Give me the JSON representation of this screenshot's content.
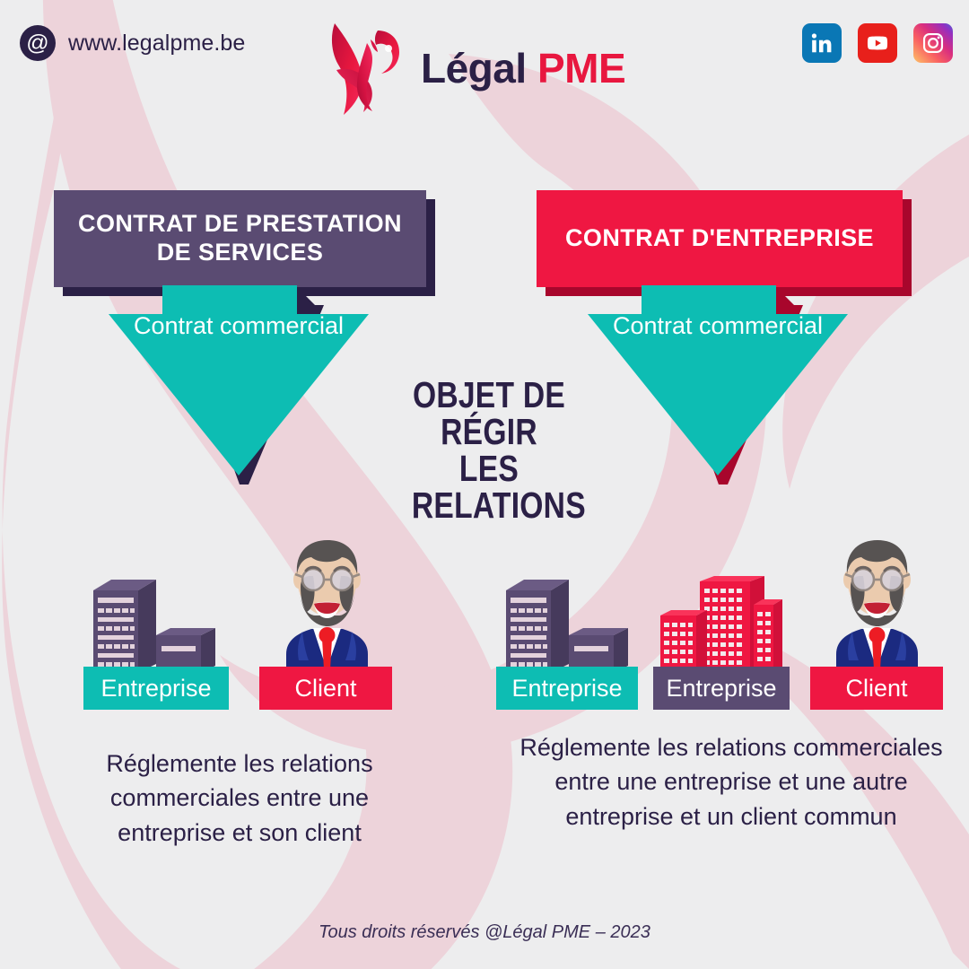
{
  "header": {
    "at_icon": "at-icon",
    "url": "www.legalpme.be",
    "brand_word1": "Légal",
    "brand_word2": "PME",
    "socials": [
      {
        "name": "linkedin-icon",
        "label": "LinkedIn"
      },
      {
        "name": "youtube-icon",
        "label": "YouTube"
      },
      {
        "name": "instagram-icon",
        "label": "Instagram"
      }
    ]
  },
  "columns": {
    "left": {
      "title": "CONTRAT DE PRESTATION DE SERVICES",
      "arrow_label": "Contrat commercial",
      "entities": [
        {
          "label": "Entreprise",
          "style": "teal",
          "art": "office-buildings-purple"
        },
        {
          "label": "Client",
          "style": "red",
          "art": "businessman-avatar"
        }
      ],
      "description": "Réglemente les relations commerciales entre une entreprise et son client"
    },
    "right": {
      "title": "CONTRAT D'ENTREPRISE",
      "arrow_label": "Contrat commercial",
      "entities": [
        {
          "label": "Entreprise",
          "style": "teal",
          "art": "office-buildings-purple"
        },
        {
          "label": "Entreprise",
          "style": "purple",
          "art": "office-buildings-red"
        },
        {
          "label": "Client",
          "style": "red",
          "art": "businessman-avatar"
        }
      ],
      "description": "Réglemente les relations commerciales entre une entreprise et une autre entreprise et un client commun"
    }
  },
  "center_headline": "OBJET DE RÉGIR LES RELATIONS",
  "footer": "Tous droits réservés @Légal PME – 2023",
  "colors": {
    "background": "#EDEDEE",
    "watermark": "#EDD3DA",
    "navy": "#2B2046",
    "purple": "#5A4B72",
    "crimson": "#EF1742",
    "crimson_dark": "#A8062C",
    "teal": "#0DBDB3",
    "suit_navy": "#1B2A80",
    "tie_red": "#ED1C24"
  }
}
